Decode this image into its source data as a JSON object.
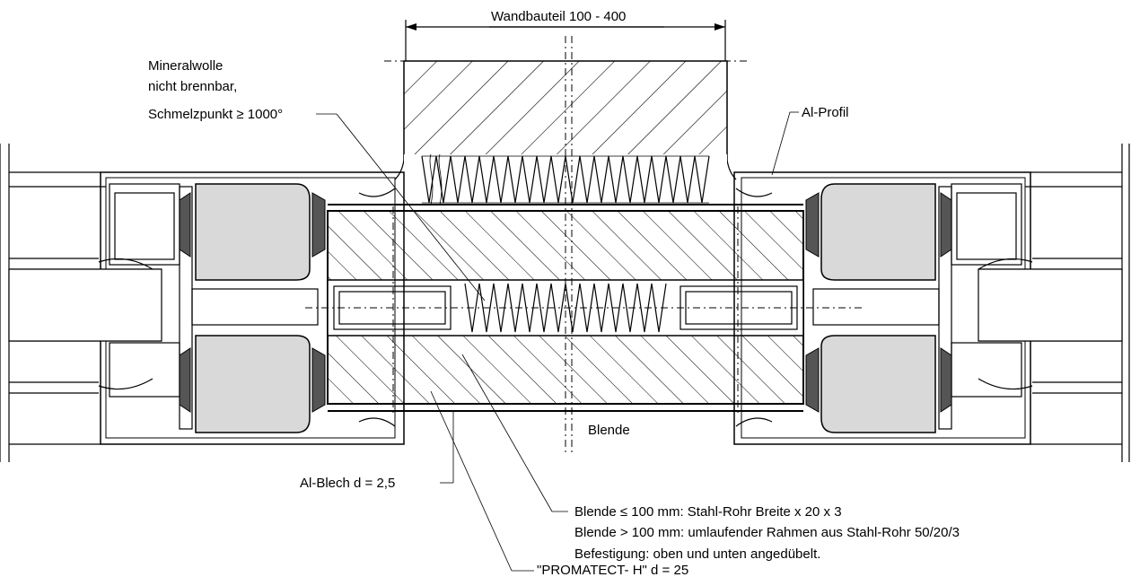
{
  "labels": {
    "wall_dimension": "Wandbauteil 100 - 400",
    "mineral_wool_line1": "Mineralwolle",
    "mineral_wool_line2": "nicht brennbar,",
    "mineral_wool_line3": "Schmelzpunkt ≥ 1000°",
    "al_profile": "Al-Profil",
    "blende": "Blende",
    "al_sheet": "Al-Blech d = 2,5",
    "note_line1": "Blende ≤  100 mm: Stahl-Rohr Breite x 20 x 3",
    "note_line2": "Blende > 100 mm:  umlaufender Rahmen aus Stahl-Rohr 50/20/3",
    "note_line3": "Befestigung: oben und unten angedübelt.",
    "promatect": "\"PROMATECT- H\" d = 25"
  },
  "colors": {
    "line": "#000000",
    "profile_fill": "#d9d9d9",
    "background": "#ffffff"
  }
}
